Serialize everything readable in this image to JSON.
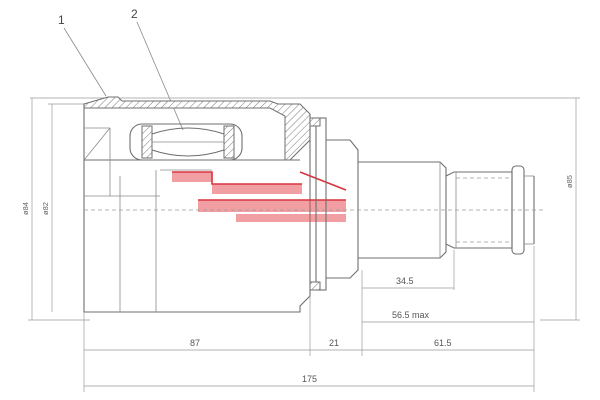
{
  "callouts": {
    "part_1": "1",
    "part_2": "2"
  },
  "diameters": {
    "left_outer": "ø84",
    "left_inner": "ø82",
    "right_stub": "ø85"
  },
  "dimensions": {
    "d_87": "87",
    "d_21": "21",
    "d_61_5": "61.5",
    "d_175": "175",
    "d_34_5": "34.5",
    "d_56_5": "56.5 max"
  },
  "colors": {
    "line": "#6f6f6f",
    "accent_red": "#d9343e"
  }
}
